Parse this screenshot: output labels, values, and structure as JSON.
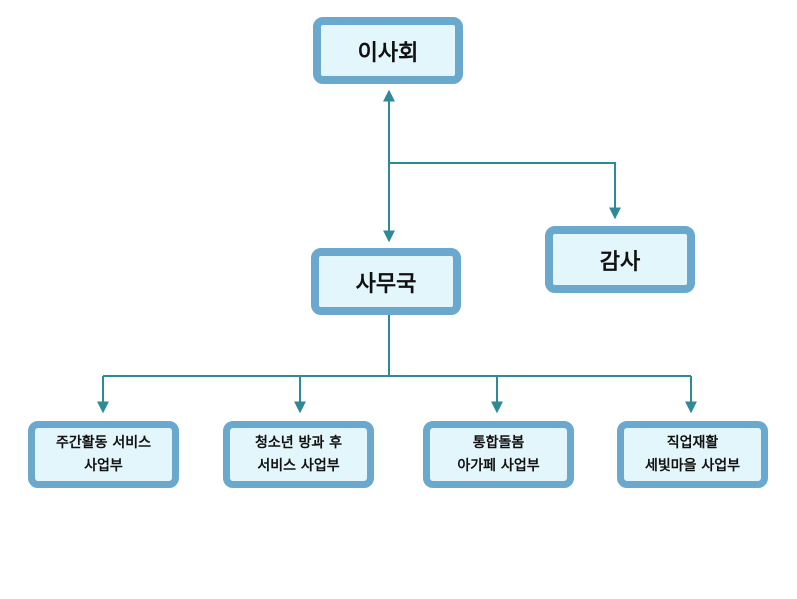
{
  "nodes": {
    "board": "이사회",
    "audit": "감사",
    "secretariat": "사무국",
    "dept1": {
      "line1": "주간활동 서비스",
      "line2": "사업부"
    },
    "dept2": {
      "line1": "청소년 방과 후",
      "line2": "서비스 사업부"
    },
    "dept3": {
      "line1": "통합돌봄",
      "line2": "아가페 사업부"
    },
    "dept4": {
      "line1": "직업재활",
      "line2": "세빛마을 사업부"
    }
  },
  "colors": {
    "box_border": "#6aa8cd",
    "box_fill": "#e3f6fc",
    "connector": "#2f8a98"
  }
}
